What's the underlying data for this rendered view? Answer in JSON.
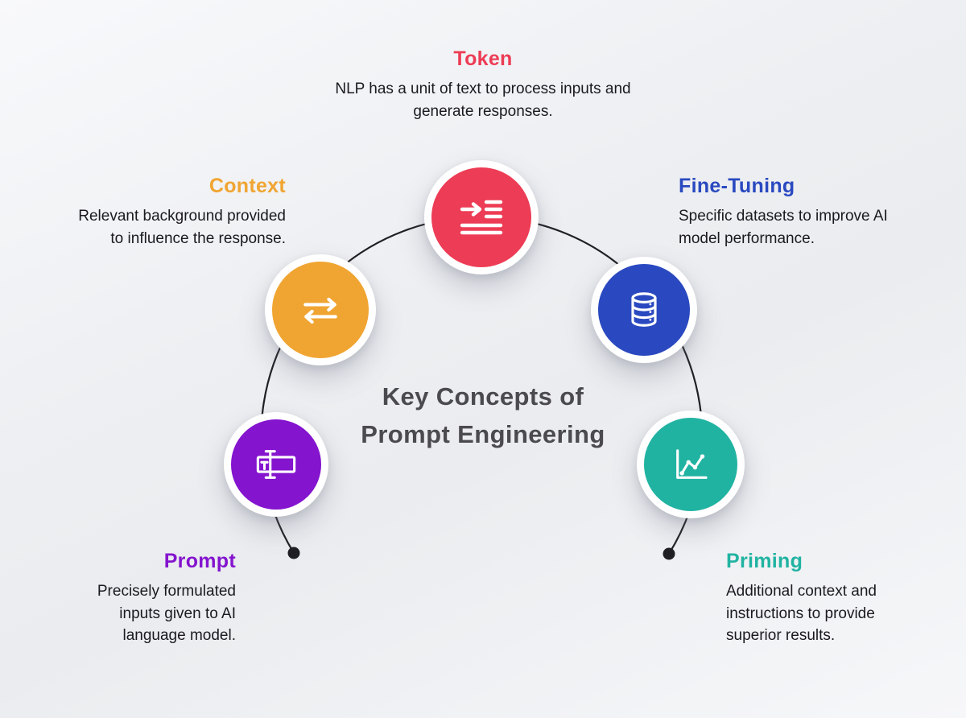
{
  "title": {
    "lines": [
      "Key Concepts of",
      "Prompt Engineering"
    ],
    "color": "#4A4A4F"
  },
  "theme": {
    "background_start": "#F8F9FB",
    "background_mid": "#EAECEF",
    "connector_color": "#202024",
    "body_text_color": "#1A1A20",
    "circle_ring_color": "#FFFFFF"
  },
  "concepts": [
    {
      "id": "token",
      "label": "Token",
      "description": [
        "NLP has a unit of text to process inputs and",
        "generate responses."
      ],
      "color": "#ED3C55",
      "icon": "indent-lines-icon"
    },
    {
      "id": "context",
      "label": "Context",
      "description": [
        "Relevant background provided",
        "to influence the response."
      ],
      "color": "#F0A532",
      "icon": "swap-arrows-icon"
    },
    {
      "id": "finetuning",
      "label": "Fine-Tuning",
      "description": [
        "Specific datasets to improve AI",
        "model performance."
      ],
      "color": "#2A49C0",
      "icon": "database-icon"
    },
    {
      "id": "prompt",
      "label": "Prompt",
      "description": [
        "Precisely formulated",
        "inputs given to AI",
        "language model."
      ],
      "color": "#8414CE",
      "icon": "text-field-icon"
    },
    {
      "id": "priming",
      "label": "Priming",
      "description": [
        "Additional context and",
        "instructions to provide",
        "superior results."
      ],
      "color": "#21B3A2",
      "icon": "line-chart-icon"
    }
  ]
}
